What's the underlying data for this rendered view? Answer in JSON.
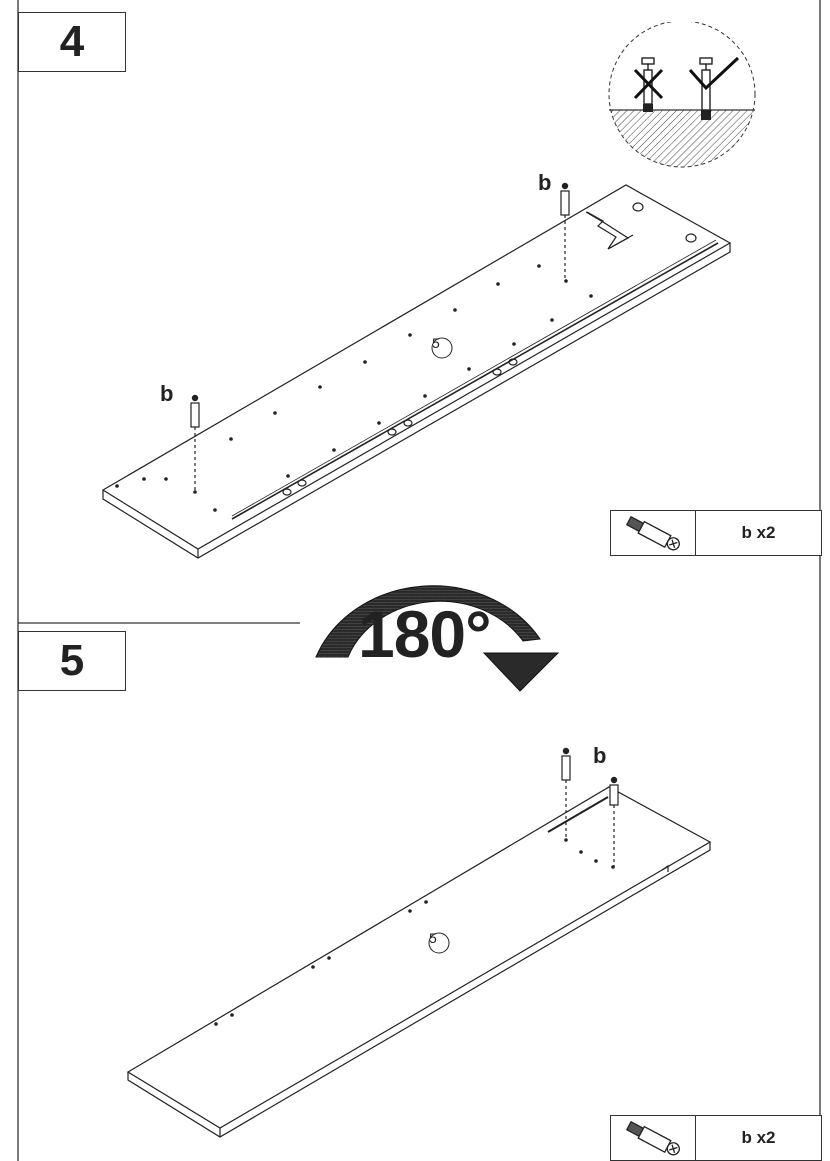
{
  "steps": [
    {
      "number": "4",
      "part_label": "5",
      "fastener": "b",
      "fastener_count": "b x2"
    },
    {
      "number": "5",
      "part_label": "5",
      "fastener": "b",
      "fastener_count": "b x2"
    }
  ],
  "rotation": {
    "label": "180°"
  },
  "icons": {
    "fastener": "cam-dowel-icon",
    "wrong": "cross-mark-icon",
    "correct": "check-mark-icon",
    "rotate": "rotate-arrow-icon"
  },
  "colors": {
    "line": "#222222",
    "rotate_arrow": "#2a2a2a"
  }
}
